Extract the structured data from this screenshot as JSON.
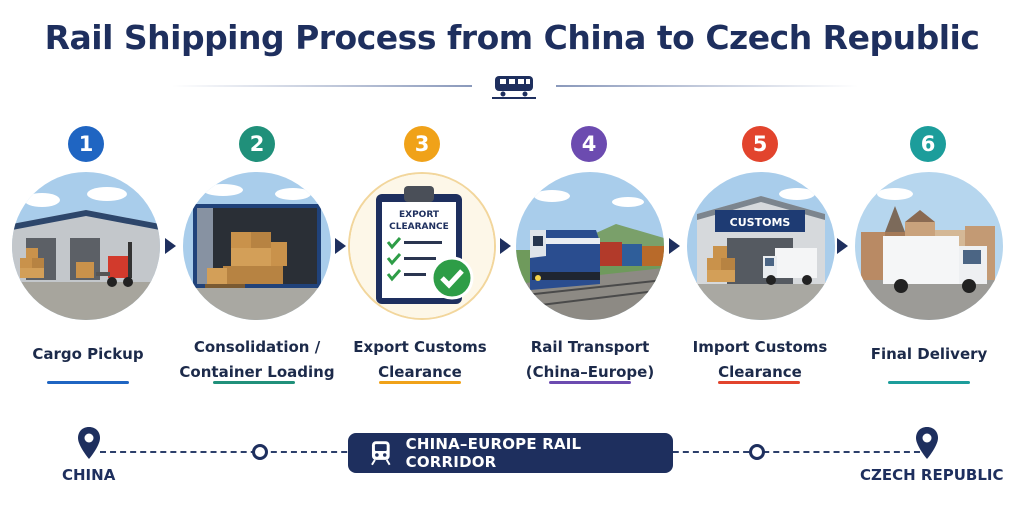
{
  "title": "Rail Shipping Process from China to Czech Republic",
  "icons": {
    "title_icon": "train-icon",
    "arrow": "chevron-right-icon",
    "pin": "map-pin-icon",
    "corridor_icon": "train-front-icon"
  },
  "steps": [
    {
      "number": "1",
      "line1": "Cargo Pickup",
      "line2": "",
      "color": "#1f65c2",
      "image": "warehouse-with-forklift-pallets"
    },
    {
      "number": "2",
      "line1": "Consolidation /",
      "line2": "Container Loading",
      "color": "#20907a",
      "image": "shipping-container-with-boxes"
    },
    {
      "number": "3",
      "line1": "Export Customs",
      "line2": "Clearance",
      "color": "#f0a219",
      "image": "clipboard-checklist",
      "image_text_1": "EXPORT",
      "image_text_2": "CLEARANCE"
    },
    {
      "number": "4",
      "line1": "Rail Transport",
      "line2": "(China–Europe)",
      "color": "#6c4bb0",
      "image": "freight-train"
    },
    {
      "number": "5",
      "line1": "Import Customs",
      "line2": "Clearance",
      "color": "#e2442d",
      "image": "customs-building-with-truck",
      "image_text_1": "CUSTOMS"
    },
    {
      "number": "6",
      "line1": "Final Delivery",
      "line2": "",
      "color": "#1c9d9b",
      "image": "delivery-truck-in-city"
    }
  ],
  "route": {
    "origin": "CHINA",
    "destination": "CZECH REPUBLIC",
    "corridor_label": "CHINA–EUROPE RAIL CORRIDOR",
    "color": "#1e2f5e"
  }
}
